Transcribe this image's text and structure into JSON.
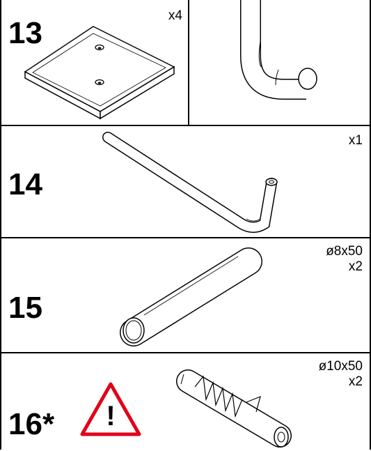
{
  "parts": [
    {
      "number": "13",
      "quantity": "x4",
      "icon": "square-base-plate-icon"
    },
    {
      "number": "",
      "quantity": "",
      "icon": "l-shaped-leg-icon"
    },
    {
      "number": "14",
      "quantity": "x1",
      "icon": "allen-key-icon"
    },
    {
      "number": "15",
      "quantity_line1": "ø8x50",
      "quantity_line2": "x2",
      "icon": "wooden-dowel-icon"
    },
    {
      "number": "16*",
      "quantity_line1": "ø10x50",
      "quantity_line2": "x2",
      "icon": "wall-plug-icon",
      "warning_symbol": "!"
    }
  ],
  "colors": {
    "line": "#000000",
    "warning_red": "#e2001a",
    "background": "#ffffff"
  }
}
